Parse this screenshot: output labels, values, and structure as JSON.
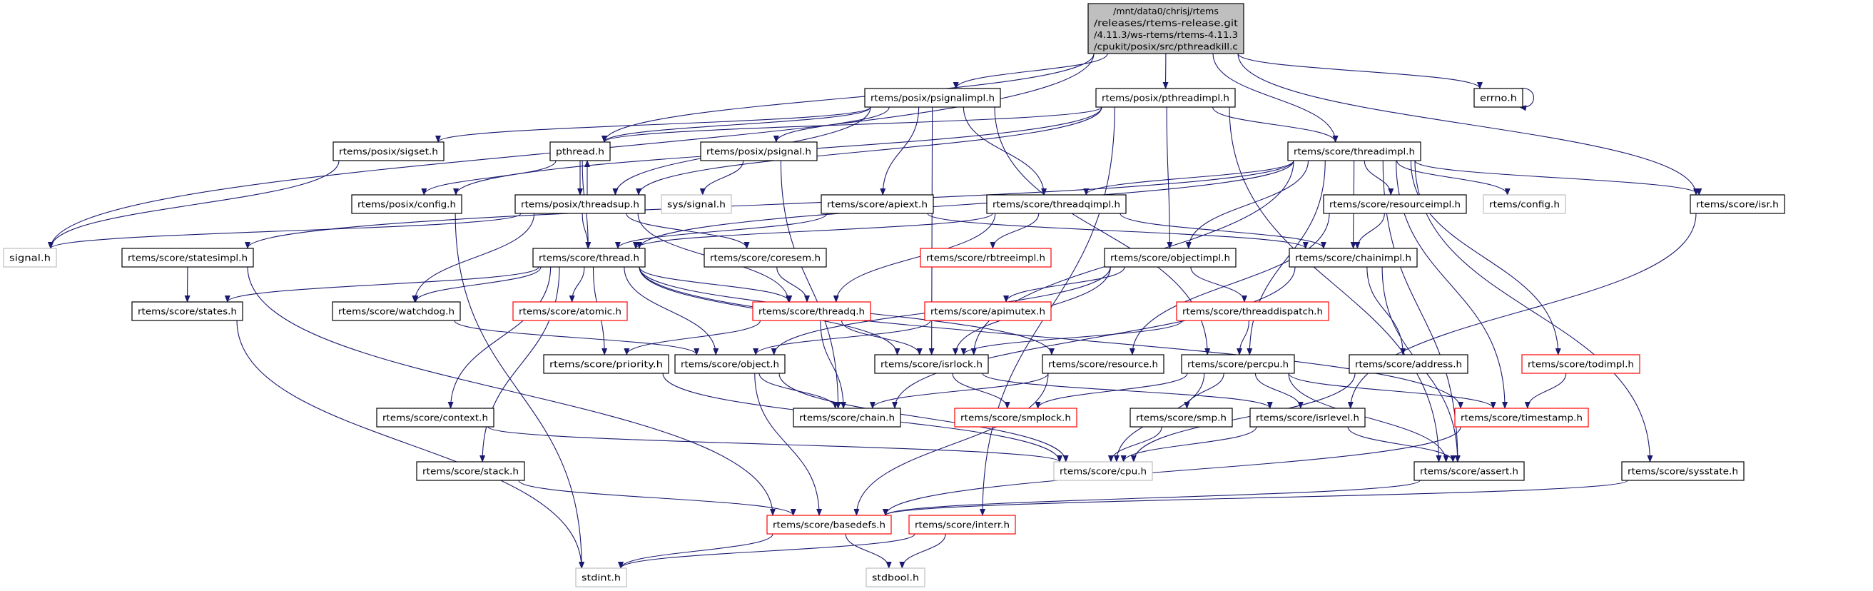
{
  "graph": {
    "edge_color": "#191970",
    "node_styles": {
      "root": {
        "fill": "#bfbfbf",
        "stroke": "#000000"
      },
      "normal": {
        "fill": "#ffffff",
        "stroke": "#000000"
      },
      "red": {
        "fill": "#ffffff",
        "stroke": "#ff0000"
      },
      "gray": {
        "fill": "#ffffff",
        "stroke": "#bfbfbf"
      }
    },
    "nodes": [
      {
        "id": "root",
        "label": [
          "/mnt/data0/chrisj/rtems",
          "/releases/rtems-release.git",
          "/4.11.3/ws-rtems/rtems-4.11.3",
          "/cpukit/posix/src/pthreadkill.c"
        ],
        "style": "root"
      },
      {
        "id": "psignalimpl",
        "label": [
          "rtems/posix/psignalimpl.h"
        ],
        "style": "normal"
      },
      {
        "id": "pthreadimpl",
        "label": [
          "rtems/posix/pthreadimpl.h"
        ],
        "style": "normal"
      },
      {
        "id": "errno",
        "label": [
          "errno.h"
        ],
        "style": "normal"
      },
      {
        "id": "sigset",
        "label": [
          "rtems/posix/sigset.h"
        ],
        "style": "normal"
      },
      {
        "id": "pthread",
        "label": [
          "pthread.h"
        ],
        "style": "normal"
      },
      {
        "id": "psignal",
        "label": [
          "rtems/posix/psignal.h"
        ],
        "style": "normal"
      },
      {
        "id": "threadimpl",
        "label": [
          "rtems/score/threadimpl.h"
        ],
        "style": "normal"
      },
      {
        "id": "posixconfig",
        "label": [
          "rtems/posix/config.h"
        ],
        "style": "normal"
      },
      {
        "id": "threadsup",
        "label": [
          "rtems/posix/threadsup.h"
        ],
        "style": "normal"
      },
      {
        "id": "syssignal",
        "label": [
          "sys/signal.h"
        ],
        "style": "gray"
      },
      {
        "id": "apiext",
        "label": [
          "rtems/score/apiext.h"
        ],
        "style": "normal"
      },
      {
        "id": "threadqimpl",
        "label": [
          "rtems/score/threadqimpl.h"
        ],
        "style": "normal"
      },
      {
        "id": "resourceimpl",
        "label": [
          "rtems/score/resourceimpl.h"
        ],
        "style": "normal"
      },
      {
        "id": "config",
        "label": [
          "rtems/config.h"
        ],
        "style": "gray"
      },
      {
        "id": "isr",
        "label": [
          "rtems/score/isr.h"
        ],
        "style": "normal"
      },
      {
        "id": "signal",
        "label": [
          "signal.h"
        ],
        "style": "gray"
      },
      {
        "id": "statesimpl",
        "label": [
          "rtems/score/statesimpl.h"
        ],
        "style": "normal"
      },
      {
        "id": "thread",
        "label": [
          "rtems/score/thread.h"
        ],
        "style": "normal"
      },
      {
        "id": "coresem",
        "label": [
          "rtems/score/coresem.h"
        ],
        "style": "normal"
      },
      {
        "id": "rbtreeimpl",
        "label": [
          "rtems/score/rbtreeimpl.h"
        ],
        "style": "red"
      },
      {
        "id": "objectimpl",
        "label": [
          "rtems/score/objectimpl.h"
        ],
        "style": "normal"
      },
      {
        "id": "chainimpl",
        "label": [
          "rtems/score/chainimpl.h"
        ],
        "style": "normal"
      },
      {
        "id": "states",
        "label": [
          "rtems/score/states.h"
        ],
        "style": "normal"
      },
      {
        "id": "watchdog",
        "label": [
          "rtems/score/watchdog.h"
        ],
        "style": "normal"
      },
      {
        "id": "atomic",
        "label": [
          "rtems/score/atomic.h"
        ],
        "style": "red"
      },
      {
        "id": "threadq",
        "label": [
          "rtems/score/threadq.h"
        ],
        "style": "red"
      },
      {
        "id": "apimutex",
        "label": [
          "rtems/score/apimutex.h"
        ],
        "style": "red"
      },
      {
        "id": "threaddispatch",
        "label": [
          "rtems/score/threaddispatch.h"
        ],
        "style": "red"
      },
      {
        "id": "priority",
        "label": [
          "rtems/score/priority.h"
        ],
        "style": "normal"
      },
      {
        "id": "object",
        "label": [
          "rtems/score/object.h"
        ],
        "style": "normal"
      },
      {
        "id": "isrlock",
        "label": [
          "rtems/score/isrlock.h"
        ],
        "style": "normal"
      },
      {
        "id": "resource",
        "label": [
          "rtems/score/resource.h"
        ],
        "style": "normal"
      },
      {
        "id": "percpu",
        "label": [
          "rtems/score/percpu.h"
        ],
        "style": "normal"
      },
      {
        "id": "address",
        "label": [
          "rtems/score/address.h"
        ],
        "style": "normal"
      },
      {
        "id": "todimpl",
        "label": [
          "rtems/score/todimpl.h"
        ],
        "style": "red"
      },
      {
        "id": "context",
        "label": [
          "rtems/score/context.h"
        ],
        "style": "normal"
      },
      {
        "id": "chain",
        "label": [
          "rtems/score/chain.h"
        ],
        "style": "normal"
      },
      {
        "id": "smplock",
        "label": [
          "rtems/score/smplock.h"
        ],
        "style": "red"
      },
      {
        "id": "smp",
        "label": [
          "rtems/score/smp.h"
        ],
        "style": "normal"
      },
      {
        "id": "isrlevel",
        "label": [
          "rtems/score/isrlevel.h"
        ],
        "style": "normal"
      },
      {
        "id": "timestamp",
        "label": [
          "rtems/score/timestamp.h"
        ],
        "style": "red"
      },
      {
        "id": "stack",
        "label": [
          "rtems/score/stack.h"
        ],
        "style": "normal"
      },
      {
        "id": "cpu",
        "label": [
          "rtems/score/cpu.h"
        ],
        "style": "gray"
      },
      {
        "id": "assert",
        "label": [
          "rtems/score/assert.h"
        ],
        "style": "normal"
      },
      {
        "id": "sysstate",
        "label": [
          "rtems/score/sysstate.h"
        ],
        "style": "normal"
      },
      {
        "id": "basedefs",
        "label": [
          "rtems/score/basedefs.h"
        ],
        "style": "red"
      },
      {
        "id": "interr",
        "label": [
          "rtems/score/interr.h"
        ],
        "style": "red"
      },
      {
        "id": "stdint",
        "label": [
          "stdint.h"
        ],
        "style": "gray"
      },
      {
        "id": "stdbool",
        "label": [
          "stdbool.h"
        ],
        "style": "gray"
      }
    ],
    "edges": [
      [
        "root",
        "signal"
      ],
      [
        "root",
        "pthread"
      ],
      [
        "root",
        "psignalimpl"
      ],
      [
        "root",
        "pthreadimpl"
      ],
      [
        "root",
        "threadimpl"
      ],
      [
        "root",
        "isr"
      ],
      [
        "root",
        "errno"
      ],
      [
        "errno",
        "errno"
      ],
      [
        "psignalimpl",
        "sigset"
      ],
      [
        "psignalimpl",
        "pthread"
      ],
      [
        "psignalimpl",
        "psignal"
      ],
      [
        "psignalimpl",
        "threadsup"
      ],
      [
        "psignalimpl",
        "apiext"
      ],
      [
        "psignalimpl",
        "threadqimpl"
      ],
      [
        "psignalimpl",
        "isrlock"
      ],
      [
        "psignalimpl",
        "percpu"
      ],
      [
        "pthreadimpl",
        "pthread"
      ],
      [
        "pthreadimpl",
        "posixconfig"
      ],
      [
        "pthreadimpl",
        "threadsup"
      ],
      [
        "pthreadimpl",
        "threadimpl"
      ],
      [
        "pthreadimpl",
        "objectimpl"
      ],
      [
        "pthreadimpl",
        "assert"
      ],
      [
        "pthreadimpl",
        "interr"
      ],
      [
        "sigset",
        "signal"
      ],
      [
        "pthread",
        "posixconfig"
      ],
      [
        "pthread",
        "threadsup"
      ],
      [
        "pthread",
        "thread"
      ],
      [
        "threadsup",
        "pthread"
      ],
      [
        "threadsup",
        "signal"
      ],
      [
        "threadsup",
        "thread"
      ],
      [
        "threadsup",
        "watchdog"
      ],
      [
        "threadsup",
        "threadq"
      ],
      [
        "threadsup",
        "coresem"
      ],
      [
        "posixconfig",
        "stdint"
      ],
      [
        "psignal",
        "syssignal"
      ],
      [
        "psignal",
        "chain"
      ],
      [
        "apiext",
        "thread"
      ],
      [
        "apiext",
        "chainimpl"
      ],
      [
        "threadqimpl",
        "thread"
      ],
      [
        "threadqimpl",
        "threadq"
      ],
      [
        "threadqimpl",
        "rbtreeimpl"
      ],
      [
        "threadqimpl",
        "chainimpl"
      ],
      [
        "coresem",
        "threadq"
      ],
      [
        "threadimpl",
        "thread"
      ],
      [
        "threadimpl",
        "threadqimpl"
      ],
      [
        "threadimpl",
        "objectimpl"
      ],
      [
        "threadimpl",
        "chainimpl"
      ],
      [
        "threadimpl",
        "resourceimpl"
      ],
      [
        "threadimpl",
        "config"
      ],
      [
        "threadimpl",
        "isr"
      ],
      [
        "threadimpl",
        "todimpl"
      ],
      [
        "threadimpl",
        "sysstate"
      ],
      [
        "threadimpl",
        "assert"
      ],
      [
        "threadimpl",
        "statesimpl"
      ],
      [
        "threadimpl",
        "isrlock"
      ],
      [
        "threadimpl",
        "percpu"
      ],
      [
        "threadimpl",
        "timestamp"
      ],
      [
        "resourceimpl",
        "chainimpl"
      ],
      [
        "resourceimpl",
        "resource"
      ],
      [
        "objectimpl",
        "apimutex"
      ],
      [
        "objectimpl",
        "threaddispatch"
      ],
      [
        "objectimpl",
        "isrlock"
      ],
      [
        "objectimpl",
        "object"
      ],
      [
        "chainimpl",
        "address"
      ],
      [
        "chainimpl",
        "assert"
      ],
      [
        "chainimpl",
        "chain"
      ],
      [
        "isr",
        "isrlevel"
      ],
      [
        "statesimpl",
        "states"
      ],
      [
        "statesimpl",
        "basedefs"
      ],
      [
        "states",
        "stdint"
      ],
      [
        "thread",
        "states"
      ],
      [
        "thread",
        "watchdog"
      ],
      [
        "thread",
        "atomic"
      ],
      [
        "thread",
        "threadq"
      ],
      [
        "thread",
        "object"
      ],
      [
        "thread",
        "isrlock"
      ],
      [
        "thread",
        "priority"
      ],
      [
        "thread",
        "resource"
      ],
      [
        "thread",
        "timestamp"
      ],
      [
        "thread",
        "context"
      ],
      [
        "thread",
        "stack"
      ],
      [
        "watchdog",
        "object"
      ],
      [
        "threadq",
        "priority"
      ],
      [
        "threadq",
        "isrlock"
      ],
      [
        "threadq",
        "chain"
      ],
      [
        "apimutex",
        "object"
      ],
      [
        "threaddispatch",
        "percpu"
      ],
      [
        "threaddispatch",
        "isrlock"
      ],
      [
        "object",
        "chain"
      ],
      [
        "object",
        "cpu"
      ],
      [
        "object",
        "basedefs"
      ],
      [
        "isrlock",
        "smplock"
      ],
      [
        "isrlock",
        "isrlevel"
      ],
      [
        "resource",
        "chain"
      ],
      [
        "resource",
        "basedefs"
      ],
      [
        "percpu",
        "smplock"
      ],
      [
        "percpu",
        "cpu"
      ],
      [
        "percpu",
        "smp"
      ],
      [
        "percpu",
        "isrlevel"
      ],
      [
        "percpu",
        "assert"
      ],
      [
        "percpu",
        "timestamp"
      ],
      [
        "priority",
        "cpu"
      ],
      [
        "context",
        "cpu"
      ],
      [
        "stack",
        "basedefs"
      ],
      [
        "smp",
        "cpu"
      ],
      [
        "isrlevel",
        "cpu"
      ],
      [
        "isrlevel",
        "assert"
      ],
      [
        "address",
        "cpu"
      ],
      [
        "todimpl",
        "timestamp"
      ],
      [
        "timestamp",
        "basedefs"
      ],
      [
        "assert",
        "basedefs"
      ],
      [
        "sysstate",
        "basedefs"
      ],
      [
        "basedefs",
        "stdint"
      ],
      [
        "basedefs",
        "stdbool"
      ],
      [
        "interr",
        "stdint"
      ],
      [
        "interr",
        "stdbool"
      ]
    ]
  }
}
